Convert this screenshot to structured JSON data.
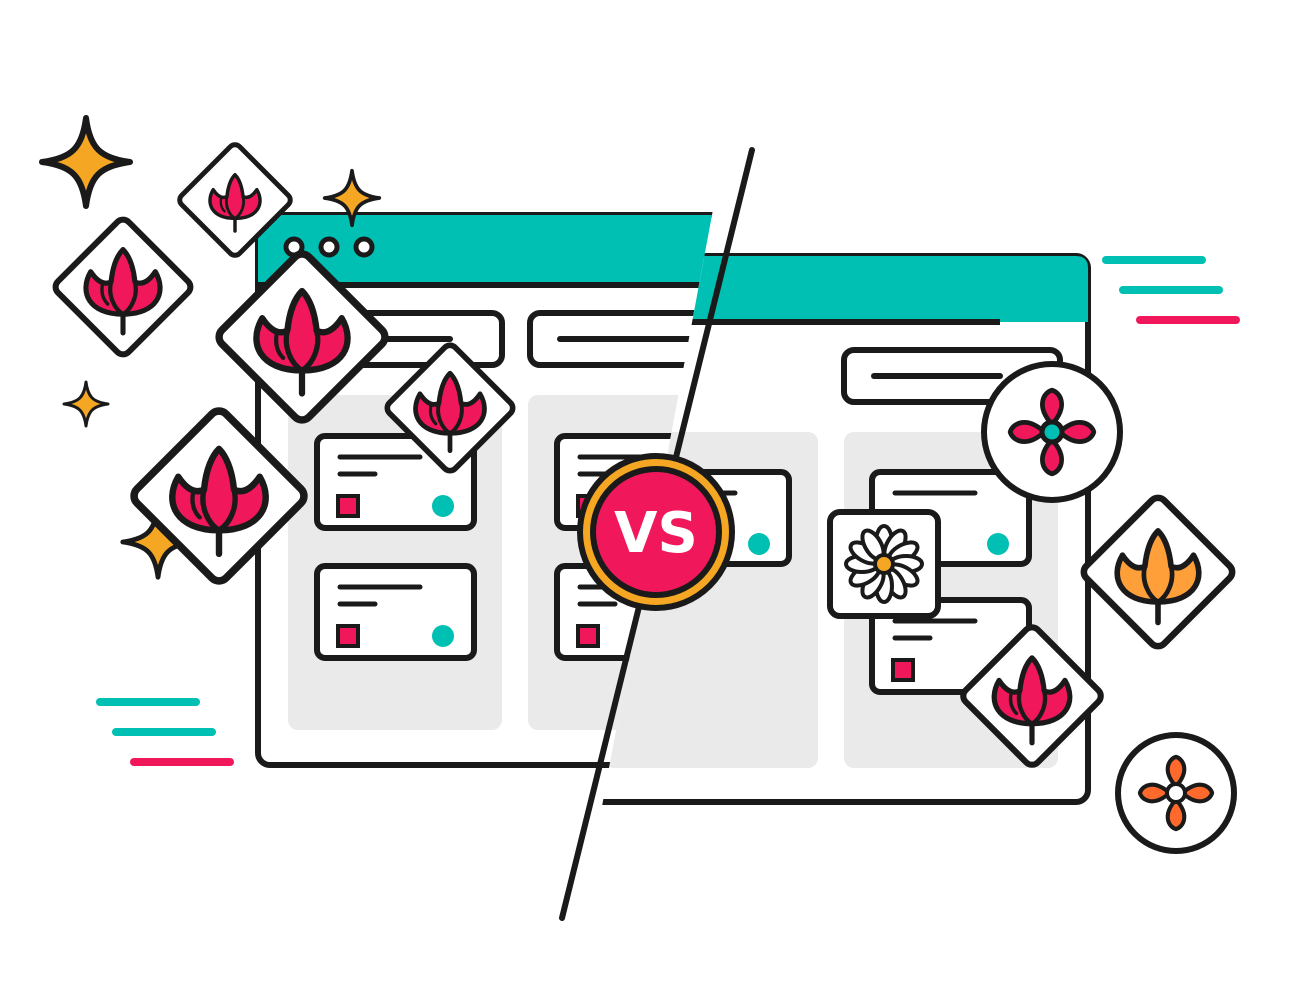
{
  "badge": {
    "label": "VS"
  },
  "colors": {
    "teal": "#00BFB3",
    "pink": "#F0185A",
    "gold": "#F5A623",
    "orange": "#FF9F3A",
    "orange_red": "#FF6A2C",
    "outline": "#1a1a1a",
    "gray_column": "#EAEAEA",
    "white": "#FFFFFF"
  },
  "left_board": {
    "window_dots": 3,
    "columns": 2,
    "cards_per_column": 2
  },
  "right_board": {
    "columns": 2
  },
  "icons": [
    "sparkle-icon",
    "tulip-icon",
    "daisy-icon",
    "four-petal-flower-icon"
  ]
}
